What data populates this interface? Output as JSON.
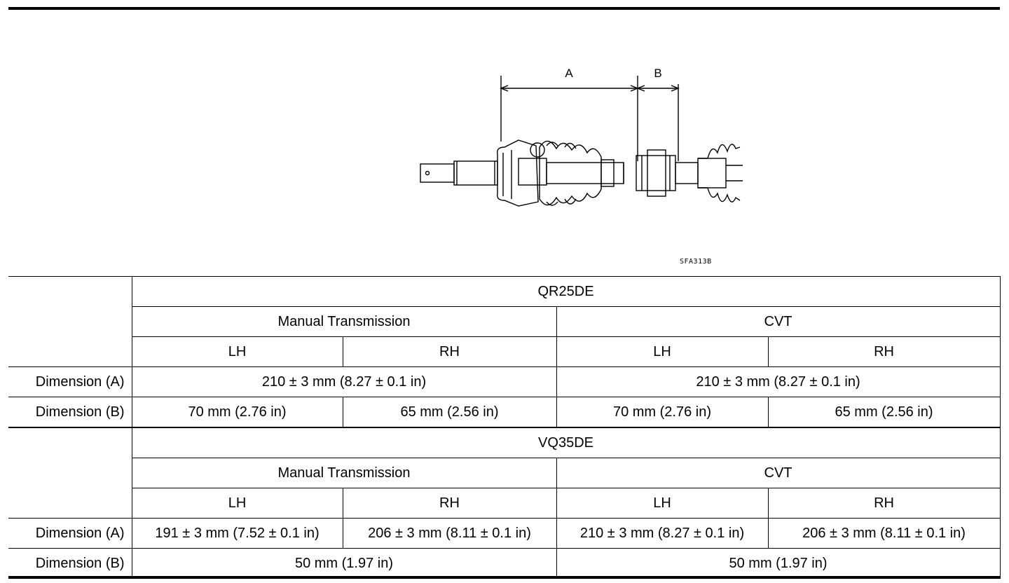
{
  "figure": {
    "label_a": "A",
    "label_b": "B",
    "code": "SFA313B"
  },
  "tables": [
    {
      "engine": "QR25DE",
      "groups": [
        "Manual Transmission",
        "CVT"
      ],
      "sides": [
        "LH",
        "RH",
        "LH",
        "RH"
      ],
      "row_a_label": "Dimension (A)",
      "row_a": [
        "210 ± 3 mm (8.27 ± 0.1 in)",
        "210 ± 3 mm (8.27 ± 0.1 in)"
      ],
      "row_b_label": "Dimension (B)",
      "row_b": [
        "70 mm (2.76 in)",
        "65 mm (2.56 in)",
        "70 mm (2.76 in)",
        "65 mm (2.56 in)"
      ]
    },
    {
      "engine": "VQ35DE",
      "groups": [
        "Manual Transmission",
        "CVT"
      ],
      "sides": [
        "LH",
        "RH",
        "LH",
        "RH"
      ],
      "row_a_label": "Dimension (A)",
      "row_a": [
        "191 ± 3 mm (7.52 ± 0.1 in)",
        "206 ± 3 mm (8.11 ± 0.1 in)",
        "210 ± 3 mm (8.27 ± 0.1 in)",
        "206 ± 3 mm (8.11 ± 0.1 in)"
      ],
      "row_b_label": "Dimension (B)",
      "row_b": [
        "50 mm (1.97 in)",
        "50 mm (1.97 in)"
      ]
    }
  ]
}
